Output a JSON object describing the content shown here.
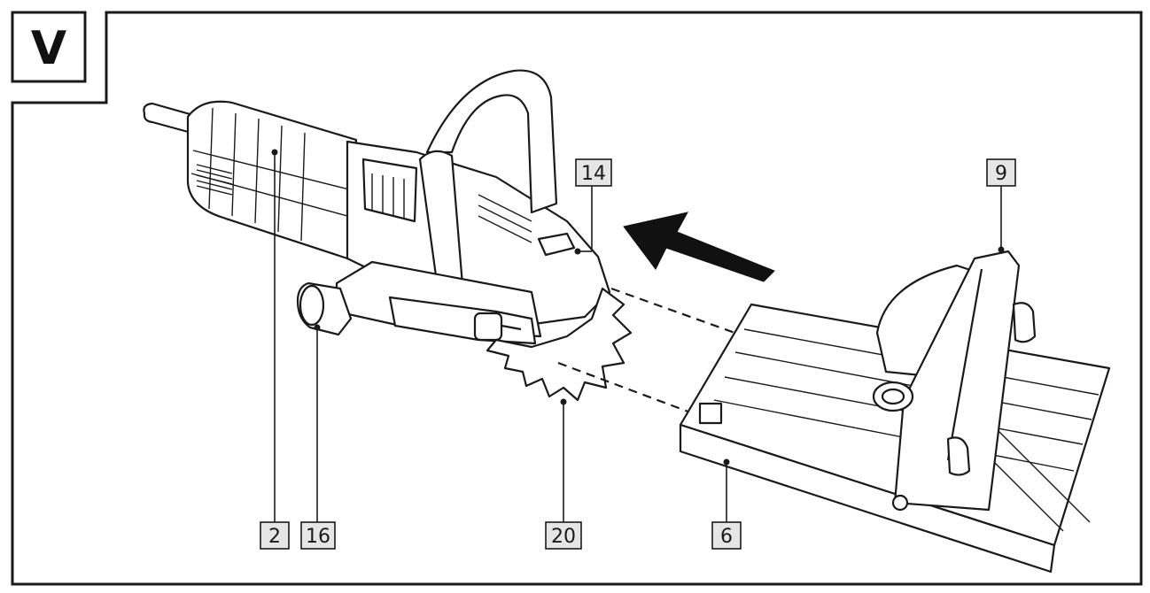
{
  "figure": {
    "letter": "V"
  },
  "callouts": [
    {
      "id": "c2",
      "text": "2"
    },
    {
      "id": "c16",
      "text": "16"
    },
    {
      "id": "c20",
      "text": "20"
    },
    {
      "id": "c6",
      "text": "6"
    },
    {
      "id": "c14",
      "text": "14"
    },
    {
      "id": "c9",
      "text": "9"
    }
  ],
  "colors": {
    "line": "#1a1a1a",
    "callout_fill": "#e6e6e6",
    "background": "#ffffff"
  },
  "icons": [
    "direction-arrow-icon"
  ]
}
